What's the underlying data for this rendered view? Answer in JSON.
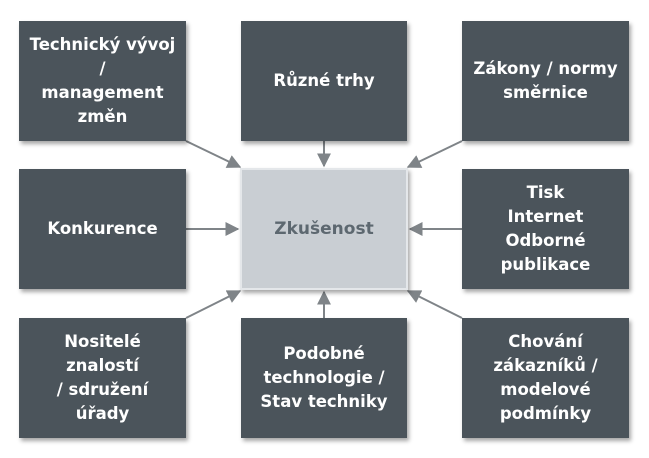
{
  "center": {
    "label": "Zkušenost"
  },
  "boxes": {
    "top_left": {
      "lines": [
        "Technický vývoj /",
        "management",
        "změn"
      ]
    },
    "top_center": {
      "lines": [
        "Různé trhy"
      ]
    },
    "top_right": {
      "lines": [
        "Zákony / normy",
        "směrnice"
      ]
    },
    "middle_left": {
      "lines": [
        "Konkurence"
      ]
    },
    "middle_right": {
      "lines": [
        "Tisk",
        "Internet",
        "Odborné",
        "publikace"
      ]
    },
    "bottom_left": {
      "lines": [
        "Nositelé znalostí",
        "/ sdružení",
        "úřady"
      ]
    },
    "bottom_center": {
      "lines": [
        "Podobné",
        "technologie /",
        "Stav techniky"
      ]
    },
    "bottom_right": {
      "lines": [
        "Chování",
        "zákazníků /",
        "modelové",
        "podmínky"
      ]
    }
  },
  "colors": {
    "box_fill": "#4b545b",
    "center_fill": "#c9ced3",
    "center_text": "#5d6870",
    "arrow": "#7f8488"
  }
}
